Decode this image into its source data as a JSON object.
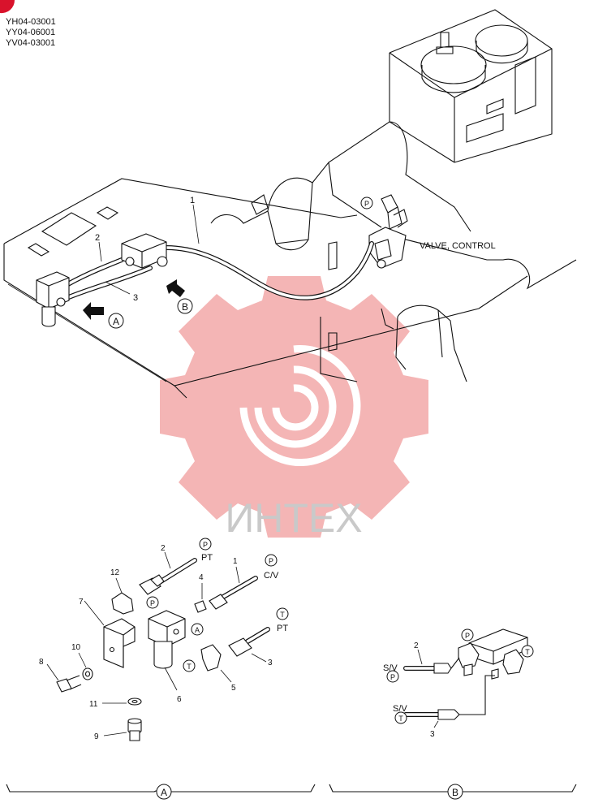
{
  "models": [
    "YH04-03001",
    "YY04-06001",
    "YV04-03001"
  ],
  "main": {
    "part_1": "1",
    "part_2": "2",
    "part_3": "3",
    "port_p": "P",
    "valve_label": "VALVE, CONTROL",
    "view_a": "A",
    "view_b": "B"
  },
  "watermark": "ИНТЕХ",
  "detail_a": {
    "caption": "A",
    "parts": [
      "1",
      "2",
      "3",
      "4",
      "5",
      "6",
      "7",
      "8",
      "9",
      "10",
      "11",
      "12"
    ],
    "port_p": "P",
    "port_t": "T",
    "port_a": "A",
    "pt": "PT",
    "cv": "C/V"
  },
  "detail_b": {
    "caption": "B",
    "parts": [
      "2",
      "3"
    ],
    "sv": "S/V",
    "port_p": "P",
    "port_t": "T"
  },
  "colors": {
    "watermark": "#f2a8a8",
    "marker": "#d9132c"
  }
}
